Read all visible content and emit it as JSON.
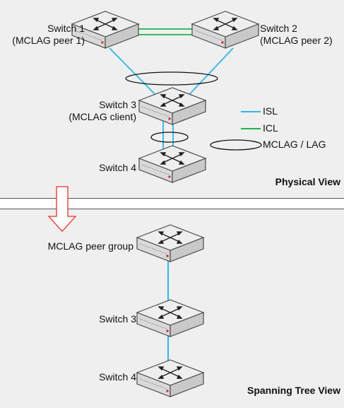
{
  "physical_view": {
    "title": "Physical View",
    "switch1": {
      "name": "Switch 1",
      "role": "(MCLAG peer 1)"
    },
    "switch2": {
      "name": "Switch 2",
      "role": "(MCLAG peer 2)"
    },
    "switch3": {
      "name": "Switch 3",
      "role": "(MCLAG client)"
    },
    "switch4": {
      "name": "Switch 4"
    }
  },
  "legend": {
    "items": [
      {
        "label": "ISL",
        "color": "#33b4e8",
        "symbol": "line"
      },
      {
        "label": "ICL",
        "color": "#22b04b",
        "symbol": "line"
      },
      {
        "label": "MCLAG / LAG",
        "color": "#111111",
        "symbol": "ellipse"
      }
    ]
  },
  "spanning_tree_view": {
    "title": "Spanning Tree View",
    "peer_group": "MCLAG peer group",
    "switch3": "Switch 3",
    "switch4": "Switch 4"
  },
  "colors": {
    "isl": "#33b4e8",
    "icl": "#22b04b",
    "arrow": "#e8312a",
    "panel": "#efefef"
  }
}
